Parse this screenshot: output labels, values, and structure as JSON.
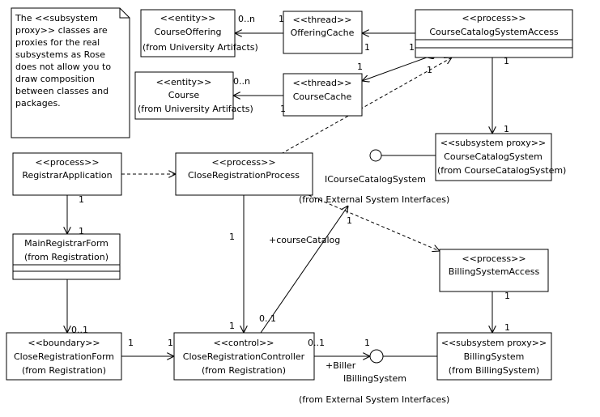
{
  "note": {
    "lines": [
      "The <<subsystem",
      "proxy>> classes are",
      "proxies for the real",
      "subsystems as Rose",
      "does not allow you to",
      "draw composition",
      "between classes and",
      "packages."
    ]
  },
  "classes": {
    "course_offering": {
      "stereotype": "<<entity>>",
      "name": "CourseOffering",
      "from": "(from University Artifacts)"
    },
    "offering_cache": {
      "stereotype": "<<thread>>",
      "name": "OfferingCache"
    },
    "course_catalog_access": {
      "stereotype": "<<process>>",
      "name": "CourseCatalogSystemAccess"
    },
    "course": {
      "stereotype": "<<entity>>",
      "name": "Course",
      "from": "(from University Artifacts)"
    },
    "course_cache": {
      "stereotype": "<<thread>>",
      "name": "CourseCache"
    },
    "course_catalog_system": {
      "stereotype": "<<subsystem proxy>>",
      "name": "CourseCatalogSystem",
      "from": "(from CourseCatalogSystem)"
    },
    "registrar_application": {
      "stereotype": "<<process>>",
      "name": "RegistrarApplication"
    },
    "close_registration_process": {
      "stereotype": "<<process>>",
      "name": "CloseRegistrationProcess"
    },
    "main_registrar_form": {
      "name": "MainRegistrarForm",
      "from": "(from Registration)"
    },
    "billing_system_access": {
      "stereotype": "<<process>>",
      "name": "BillingSystemAccess"
    },
    "close_registration_form": {
      "stereotype": "<<boundary>>",
      "name": "CloseRegistrationForm",
      "from": "(from Registration)"
    },
    "close_registration_controller": {
      "stereotype": "<<control>>",
      "name": "CloseRegistrationController",
      "from": "(from Registration)"
    },
    "billing_system": {
      "stereotype": "<<subsystem proxy>>",
      "name": "BillingSystem",
      "from": "(from BillingSystem)"
    }
  },
  "interfaces": {
    "icoursecatalog": {
      "name": "ICourseCatalogSystem",
      "from": "(from External System Interfaces)"
    },
    "ibilling": {
      "name": "IBillingSystem",
      "from": "(from External System Interfaces)"
    }
  },
  "labels": {
    "m_0n_a": "0..n",
    "m_1_a": "1",
    "m_1_b": "1",
    "m_1_c": "1",
    "m_1_d": "1",
    "m_0n_b": "0..n",
    "m_1_e": "1",
    "m_1_f": "1",
    "m_1_g": "1",
    "m_1_h": "1",
    "m_1_i": "1",
    "m_1_j": "1",
    "m_1_k": "1",
    "m_1_l": "1",
    "m_01_a": "0..1",
    "m_1_m": "1",
    "m_1_n": "1",
    "m_01_b": "0..1",
    "m_1_o": "1",
    "m_01_c": "0..1",
    "m_1_p": "1",
    "m_1_q": "1",
    "m_1_r": "1",
    "role_course_catalog": "+courseCatalog",
    "role_biller": "+Biller"
  }
}
